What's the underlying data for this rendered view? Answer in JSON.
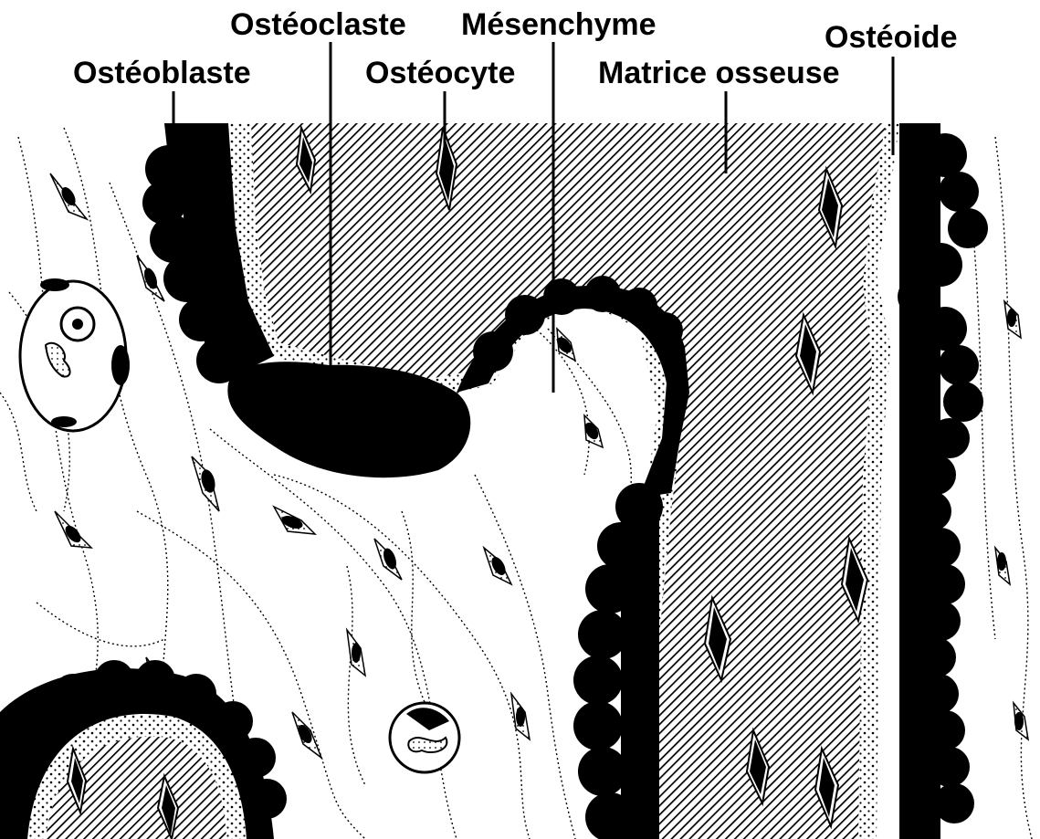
{
  "diagram": {
    "labels": {
      "osteoblaste": "Ostéoblaste",
      "osteoclaste": "Ostéoclaste",
      "osteocyte": "Ostéocyte",
      "mesenchyme": "Mésenchyme",
      "matrice": "Matrice osseuse",
      "osteoide": "Ostéoide"
    },
    "colors": {
      "ink": "#000000",
      "paper": "#ffffff",
      "matrix_hatch": "#000000"
    }
  }
}
